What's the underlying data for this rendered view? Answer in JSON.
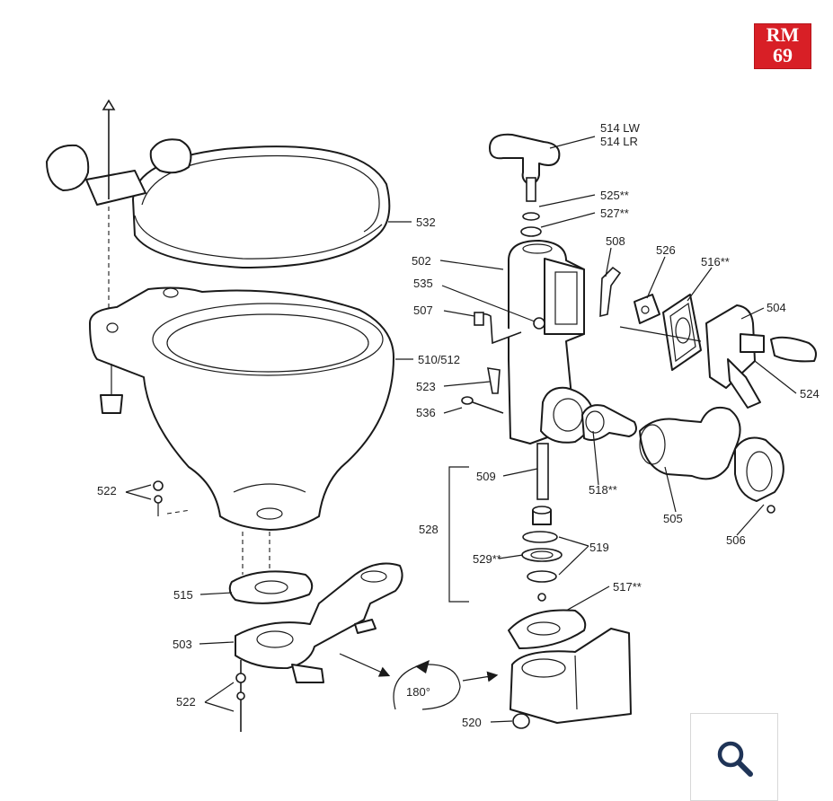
{
  "logo": {
    "line1": "RM",
    "line2": "69",
    "color": "#d81f26"
  },
  "zoom_button": {
    "icon": "magnifier-icon",
    "color": "#1f3457"
  },
  "labels": [
    {
      "id": "514-lw",
      "text": "514 LW"
    },
    {
      "id": "514-lr",
      "text": "514 LR"
    },
    {
      "id": "525",
      "text": "525**"
    },
    {
      "id": "527",
      "text": "527**"
    },
    {
      "id": "532",
      "text": "532"
    },
    {
      "id": "508",
      "text": "508"
    },
    {
      "id": "526",
      "text": "526"
    },
    {
      "id": "516",
      "text": "516**"
    },
    {
      "id": "502",
      "text": "502"
    },
    {
      "id": "535",
      "text": "535"
    },
    {
      "id": "504",
      "text": "504"
    },
    {
      "id": "507",
      "text": "507"
    },
    {
      "id": "510-512",
      "text": "510/512"
    },
    {
      "id": "523",
      "text": "523"
    },
    {
      "id": "524",
      "text": "524"
    },
    {
      "id": "536",
      "text": "536"
    },
    {
      "id": "509",
      "text": "509"
    },
    {
      "id": "518",
      "text": "518**"
    },
    {
      "id": "522-top",
      "text": "522"
    },
    {
      "id": "505",
      "text": "505"
    },
    {
      "id": "506",
      "text": "506"
    },
    {
      "id": "528",
      "text": "528"
    },
    {
      "id": "519",
      "text": "519"
    },
    {
      "id": "529",
      "text": "529**"
    },
    {
      "id": "515",
      "text": "515"
    },
    {
      "id": "517",
      "text": "517**"
    },
    {
      "id": "503",
      "text": "503"
    },
    {
      "id": "180",
      "text": "180°"
    },
    {
      "id": "522-bottom",
      "text": "522"
    },
    {
      "id": "520",
      "text": "520"
    }
  ]
}
